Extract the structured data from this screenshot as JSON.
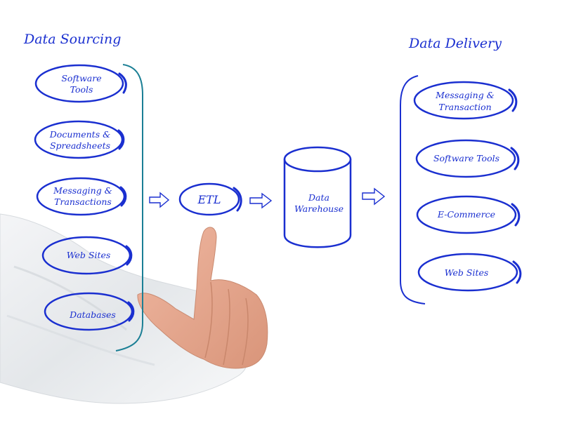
{
  "diagram": {
    "colors": {
      "ink": "#1a2fd0",
      "bracket_left": "#1b7f95",
      "skin": "#e7a991",
      "sleeve": "#eef0f2"
    },
    "left_group": {
      "title": "Data Sourcing",
      "items": [
        {
          "lines": [
            "Software",
            "Tools"
          ]
        },
        {
          "lines": [
            "Documents &",
            "Spreadsheets"
          ]
        },
        {
          "lines": [
            "Messaging &",
            "Transactions"
          ]
        },
        {
          "lines": [
            "Web Sites"
          ]
        },
        {
          "lines": [
            "Databases"
          ]
        }
      ]
    },
    "process": {
      "label": "ETL"
    },
    "storage": {
      "lines": [
        "Data",
        "Warehouse"
      ]
    },
    "right_group": {
      "title": "Data Delivery",
      "items": [
        {
          "lines": [
            "Messaging &",
            "Transaction"
          ]
        },
        {
          "lines": [
            "Software Tools"
          ]
        },
        {
          "lines": [
            "E-Commerce"
          ]
        },
        {
          "lines": [
            "Web Sites"
          ]
        }
      ]
    },
    "flow_arrows": [
      "sources-to-etl",
      "etl-to-warehouse",
      "warehouse-to-delivery"
    ],
    "photo": {
      "subject": "hand-pointing-finger"
    }
  }
}
